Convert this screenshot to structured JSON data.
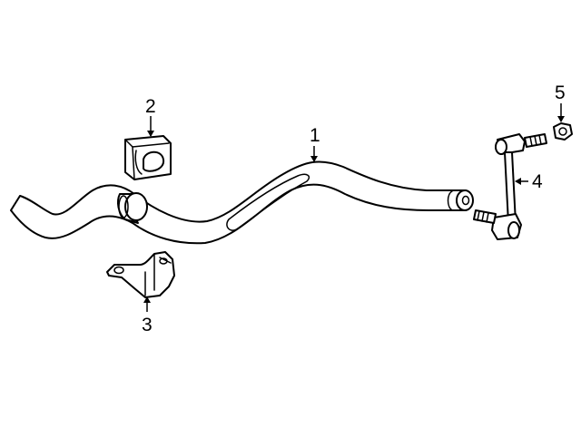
{
  "diagram": {
    "background": "#ffffff",
    "line_color": "#000000",
    "callouts": [
      {
        "id": "1",
        "label": "1",
        "part": "stabilizer-bar"
      },
      {
        "id": "2",
        "label": "2",
        "part": "bushing"
      },
      {
        "id": "3",
        "label": "3",
        "part": "bracket"
      },
      {
        "id": "4",
        "label": "4",
        "part": "stabilizer-link"
      },
      {
        "id": "5",
        "label": "5",
        "part": "nut"
      }
    ]
  }
}
